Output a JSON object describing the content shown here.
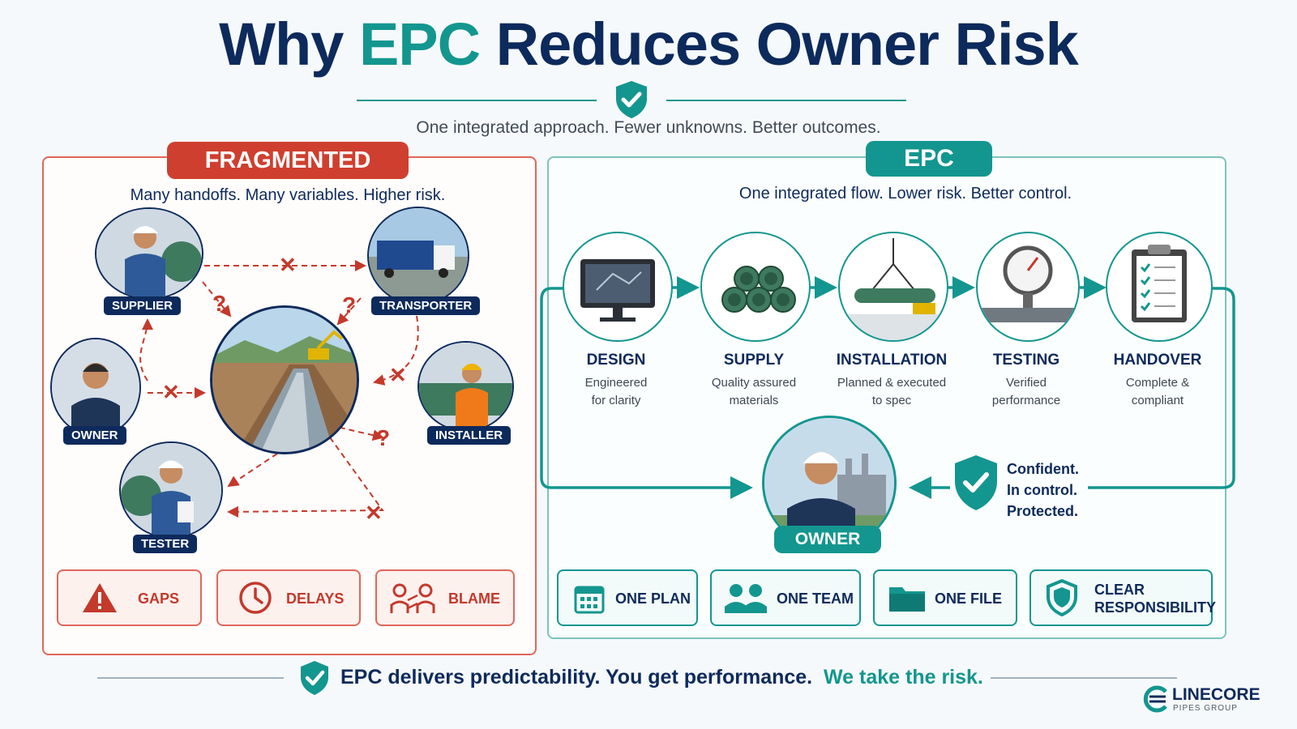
{
  "header": {
    "title_part1": "Why ",
    "title_accent": "EPC",
    "title_part2": " Reduces Owner Risk",
    "subtitle": "One integrated approach. Fewer unknowns. Better outcomes."
  },
  "fragmented": {
    "badge": "FRAGMENTED",
    "tagline": "Many handoffs. Many variables. Higher risk.",
    "roles": {
      "supplier": "SUPPLIER",
      "transporter": "TRANSPORTER",
      "owner": "OWNER",
      "installer": "INSTALLER",
      "tester": "TESTER"
    },
    "risks": [
      {
        "label": "GAPS",
        "icon": "warning-icon"
      },
      {
        "label": "DELAYS",
        "icon": "clock-icon"
      },
      {
        "label": "BLAME",
        "icon": "blame-icon"
      }
    ]
  },
  "epc": {
    "badge": "EPC",
    "tagline": "One integrated flow. Lower risk. Better control.",
    "steps": [
      {
        "name": "DESIGN",
        "desc1": "Engineered",
        "desc2": "for clarity",
        "icon": "monitor-icon"
      },
      {
        "name": "SUPPLY",
        "desc1": "Quality assured",
        "desc2": "materials",
        "icon": "pipes-icon"
      },
      {
        "name": "INSTALLATION",
        "desc1": "Planned & executed",
        "desc2": "to spec",
        "icon": "crane-icon"
      },
      {
        "name": "TESTING",
        "desc1": "Verified",
        "desc2": "performance",
        "icon": "gauge-icon"
      },
      {
        "name": "HANDOVER",
        "desc1": "Complete &",
        "desc2": "compliant",
        "icon": "clipboard-icon"
      }
    ],
    "owner_label": "OWNER",
    "confidence": [
      "Confident.",
      "In control.",
      "Protected."
    ],
    "features": [
      {
        "label1": "ONE PLAN",
        "label2": "",
        "icon": "calendar-icon"
      },
      {
        "label1": "ONE TEAM",
        "label2": "",
        "icon": "team-icon"
      },
      {
        "label1": "ONE FILE",
        "label2": "",
        "icon": "folder-icon"
      },
      {
        "label1": "CLEAR",
        "label2": "RESPONSIBILITY",
        "icon": "shield-icon"
      }
    ]
  },
  "footer": {
    "text": "EPC delivers predictability. You get performance.",
    "accent": "We take the risk."
  },
  "brand": {
    "name": "LINECORE",
    "sub": "PIPES GROUP"
  },
  "colors": {
    "navy": "#0d2a5c",
    "teal": "#13968f",
    "red": "#c3392b"
  }
}
